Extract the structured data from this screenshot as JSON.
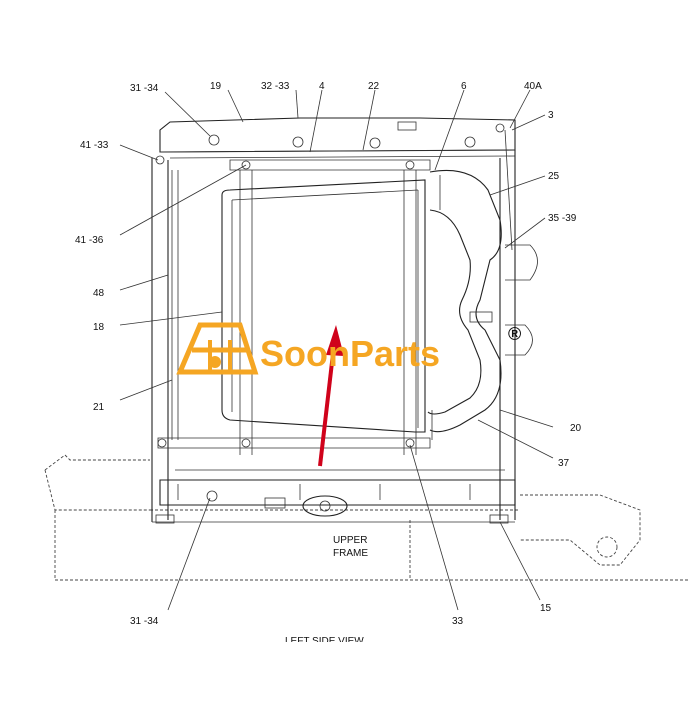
{
  "diagram": {
    "callouts": [
      "31 -34",
      "19",
      "32 -33",
      "4",
      "22",
      "6",
      "40A",
      "3",
      "41 -33",
      "25",
      "35 -39",
      "41 -36",
      "48",
      "18",
      "21",
      "20",
      "37",
      "31 -34",
      "33",
      "15"
    ],
    "frame_label_line1": "UPPER",
    "frame_label_line2": "FRAME",
    "view_caption": "LEFT SIDE VIEW",
    "accent_color": "#f5a623",
    "arrow_color": "#d0021b"
  },
  "watermark": {
    "brand": "SoonParts",
    "registered_mark": "®"
  }
}
